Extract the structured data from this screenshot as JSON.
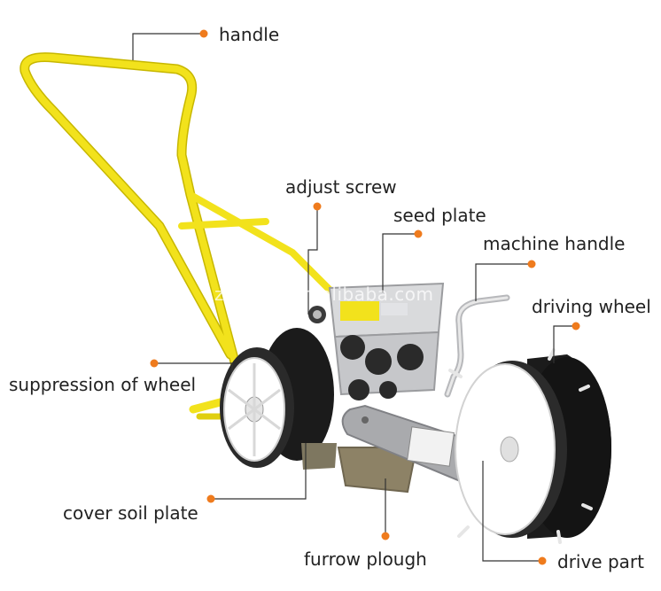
{
  "colors": {
    "frame": "#f2e21c",
    "frame_shadow": "#c7b700",
    "tire": "#1b1b1b",
    "hub": "#ffffff",
    "steel": "#a9aaad",
    "hopper": "#d9dadc",
    "leader": "#333333",
    "dot": "#ef7b1d"
  },
  "labels": {
    "handle": "handle",
    "adjust_screw": "adjust screw",
    "seed_plate": "seed plate",
    "machine_handle": "machine handle",
    "driving_wheel": "driving wheel",
    "suppression_of_wheel": "suppression of wheel",
    "cover_soil_plate": "cover soil plate",
    "furrow_plough": "furrow plough",
    "drive_part": "drive part"
  },
  "watermark": "zzshare.en.alibaba.com"
}
